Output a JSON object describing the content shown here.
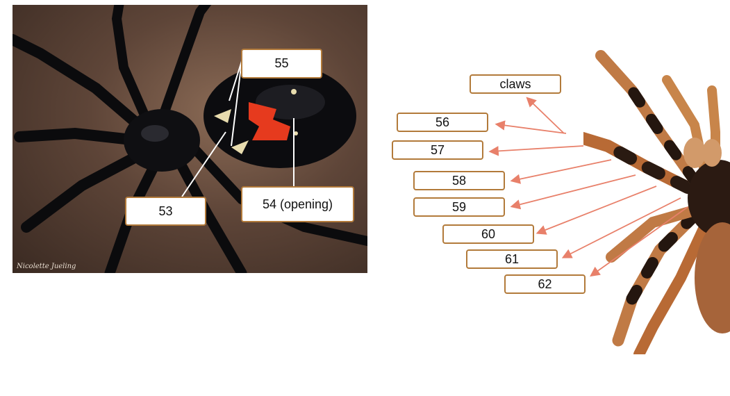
{
  "left_figure": {
    "credit": "Nicolette Jueling",
    "labels": {
      "l53": "53",
      "l54": "54 (opening)",
      "l55": "55"
    }
  },
  "right_figure": {
    "labels": {
      "claws": "claws",
      "l56": "56",
      "l57": "57",
      "l58": "58",
      "l59": "59",
      "l60": "60",
      "l61": "61",
      "l62": "62"
    }
  },
  "colors": {
    "label_border": "#b27a3a",
    "pointer_line_left": "#ffffff",
    "pointer_line_right": "#e8806a",
    "hourglass": "#e63a1e"
  }
}
